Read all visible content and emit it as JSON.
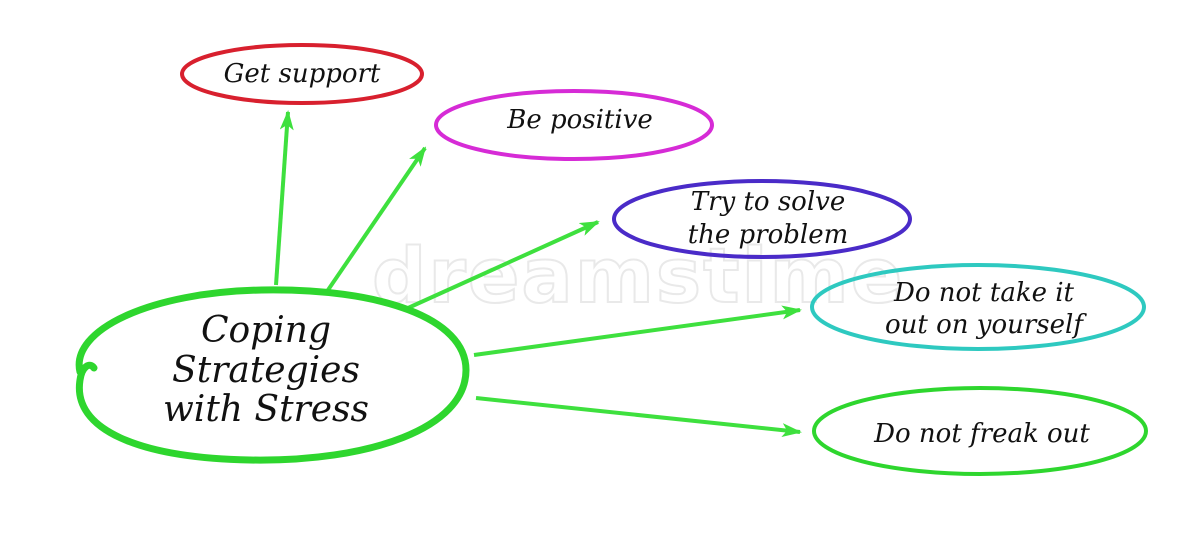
{
  "watermark": "dreamstime",
  "center": {
    "lines": [
      "Coping",
      "Strategies",
      "with Stress"
    ],
    "color": "#2ed62e"
  },
  "arrow_color": "#3ee03e",
  "nodes": [
    {
      "id": "get-support",
      "lines": [
        "Get support"
      ],
      "color": "#d8202e"
    },
    {
      "id": "be-positive",
      "lines": [
        "Be positive"
      ],
      "color": "#d62bd6"
    },
    {
      "id": "try-to-solve",
      "lines": [
        "Try to solve",
        "the problem"
      ],
      "color": "#4a2bc8"
    },
    {
      "id": "do-not-take-it-out",
      "lines": [
        "Do not take it",
        "out on yourself"
      ],
      "color": "#2ec9c0"
    },
    {
      "id": "do-not-freak-out",
      "lines": [
        "Do not freak out"
      ],
      "color": "#2ed62e"
    }
  ]
}
